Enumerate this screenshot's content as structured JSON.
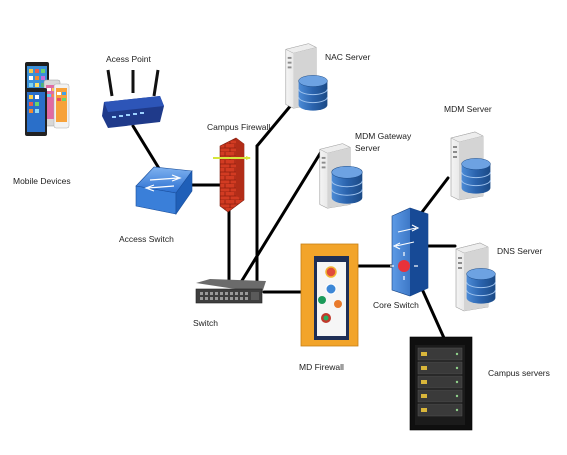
{
  "labels": {
    "mobile_devices": "Mobile Devices",
    "access_point": "Acess Point",
    "access_switch": "Access Switch",
    "campus_firewall": "Campus Firewall",
    "nac_server": "NAC Server",
    "mdm_gateway_line1": "MDM Gateway",
    "mdm_gateway_line2": "Server",
    "mdm_server": "MDM Server",
    "dns_server": "DNS Server",
    "switch": "Switch",
    "md_firewall": "MD Firewall",
    "core_switch": "Core Switch",
    "campus_servers": "Campus servers"
  },
  "colors": {
    "link": "#000000",
    "server_body": "#e6e6e6",
    "db_blue": "#2f6db5",
    "firewall_red": "#d23b22",
    "md_firewall_orange": "#f2a42a",
    "switch_blue": "#2b6fd1",
    "router_blue": "#1f3a8a"
  },
  "icons": {
    "mobile_devices": "smartphones-icon",
    "access_point": "wireless-router-icon",
    "access_switch": "network-switch-icon",
    "campus_firewall": "brick-firewall-icon",
    "nac_server": "database-server-icon",
    "mdm_gateway": "database-server-icon",
    "mdm_server": "database-server-icon",
    "dns_server": "database-server-icon",
    "switch": "rack-switch-icon",
    "md_firewall": "app-firewall-icon",
    "core_switch": "core-switch-icon",
    "campus_servers": "server-rack-icon"
  }
}
